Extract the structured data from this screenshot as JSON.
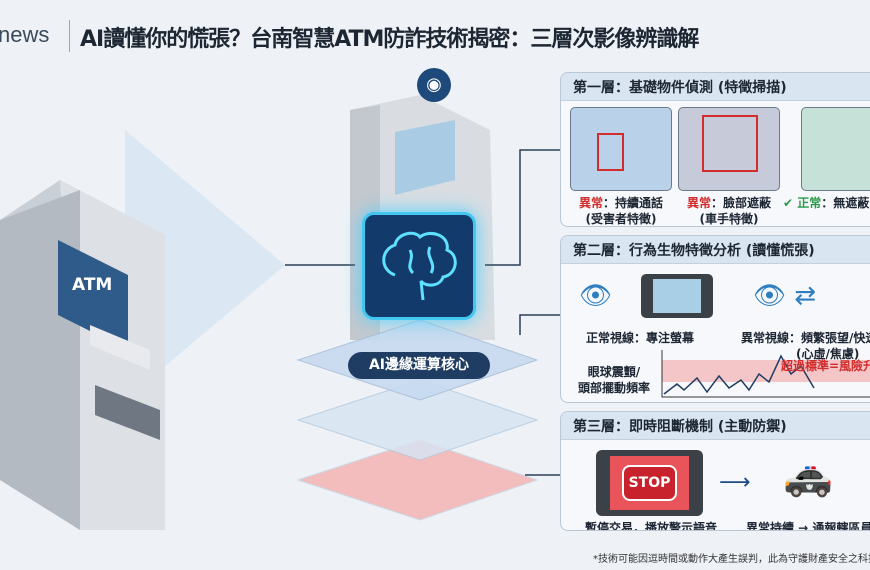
{
  "header": {
    "brand": "news",
    "title": "AI讀懂你的慌張？台南智慧ATM防詐技術揭密：三層次影像辨識解"
  },
  "left_atm": {
    "screen_label": "ATM"
  },
  "center": {
    "core_label": "AI邊緣運算核心",
    "icons": [
      "camera-icon",
      "brain-icon"
    ]
  },
  "layer1": {
    "title": "第一層：基礎物件偵測 (特徵掃描)",
    "cards": [
      {
        "status": "異常",
        "desc": "：持續通話",
        "sub": "(受害者特徵)"
      },
      {
        "status": "異常",
        "desc": "：臉部遮蔽",
        "sub": "(車手特徵)"
      },
      {
        "status": "正常",
        "desc": "：無遮蔽",
        "sub": ""
      }
    ]
  },
  "layer2": {
    "title": "第二層：行為生物特徵分析 (讀懂慌張)",
    "normal": "正常視線：專注螢幕",
    "abnormal": "異常視線：頻繁張望/快速",
    "abnormal_sub": "(心虛/焦慮)",
    "chart_label_1": "眼球震顫/",
    "chart_label_2": "頭部擺動頻率",
    "threshold": "超過標準=風險升"
  },
  "layer3": {
    "title": "第三層：即時阻斷機制 (主動防禦)",
    "stop_sign": "STOP",
    "action1": "暫停交易，播放警示語音",
    "action2": "異常持續 → 通報轄區員"
  },
  "footnote": "*技術可能因逗時間或動作大產生誤判，此為守護財產安全之科技",
  "colors": {
    "accent": "#1d4a7a",
    "alert": "#d22d2d",
    "ok": "#2a9a4a",
    "panel_header": "#d9e5f1"
  }
}
